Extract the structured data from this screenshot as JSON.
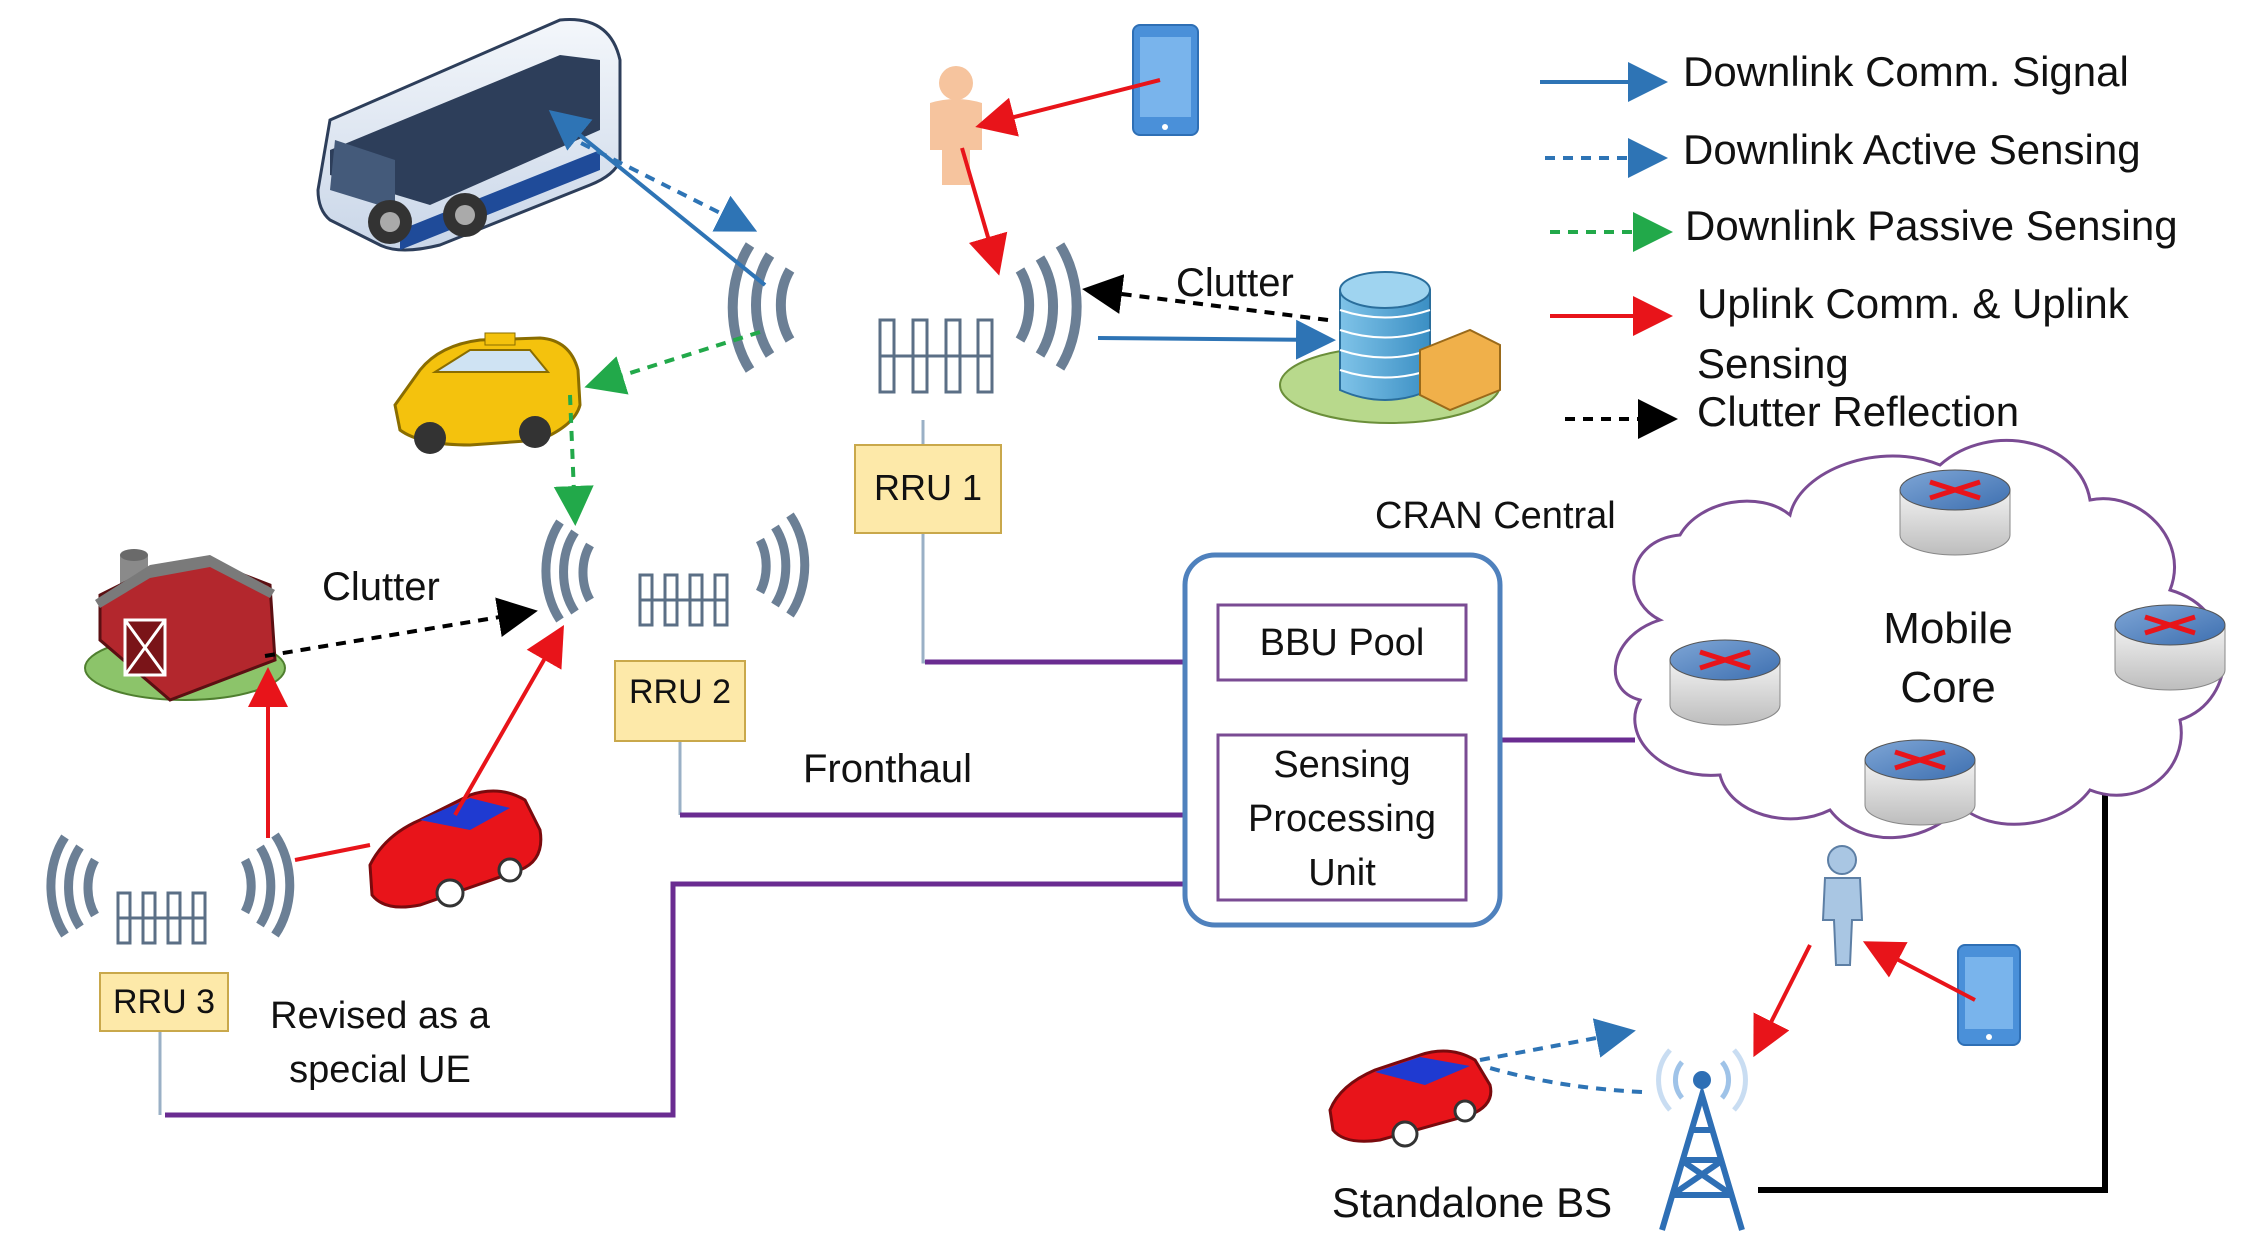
{
  "legend": {
    "downlink_comm": "Downlink Comm. Signal",
    "downlink_active": "Downlink Active Sensing",
    "downlink_passive": "Downlink Passive Sensing",
    "uplink_line1": "Uplink Comm. & Uplink",
    "uplink_line2": "Sensing",
    "clutter_reflection": "Clutter Reflection"
  },
  "labels": {
    "rru1": "RRU 1",
    "rru2": "RRU 2",
    "rru3": "RRU 3",
    "clutter_top": "Clutter",
    "clutter_left": "Clutter",
    "cran_central": "CRAN Central",
    "bbu_pool": "BBU Pool",
    "spu_line1": "Sensing",
    "spu_line2": "Processing",
    "spu_line3": "Unit",
    "fronthaul": "Fronthaul",
    "mobile_core_line1": "Mobile",
    "mobile_core_line2": "Core",
    "standalone_bs": "Standalone BS",
    "special_ue_line1": "Revised as a",
    "special_ue_line2": "special UE"
  },
  "colors": {
    "downlink_comm": "#2e74b5",
    "downlink_active": "#2e74b5",
    "downlink_passive": "#22a94a",
    "uplink": "#e8141a",
    "clutter": "#000000",
    "fronthaul": "#6a2c91",
    "rru_fill": "#fde9a9",
    "cran_border": "#4f81bd"
  },
  "icons": [
    "bus-icon",
    "phone-icon",
    "person-icon",
    "building-icon",
    "taxi-icon",
    "barn-icon",
    "red-car-icon",
    "router-icon",
    "tower-icon",
    "antenna-icon",
    "cloud-icon"
  ]
}
